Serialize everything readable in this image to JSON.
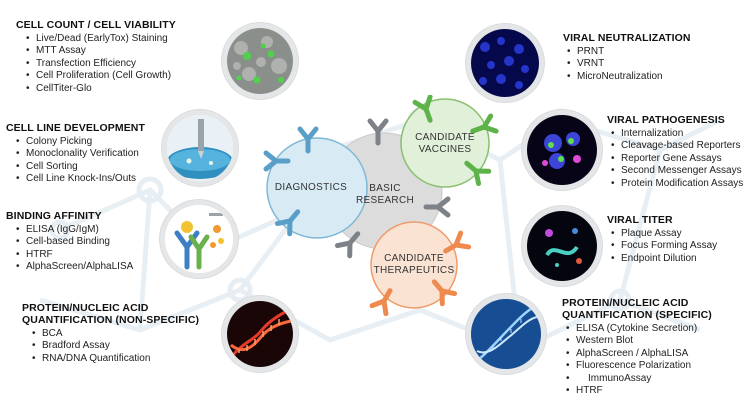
{
  "left_panels": [
    {
      "title": "CELL COUNT / CELL VIABILITY",
      "items": [
        "Live/Dead (EarlyTox) Staining",
        "MTT Assay",
        "Transfection Efficiency",
        "Cell Proliferation (Cell Growth)",
        "CellTiter-Glo"
      ]
    },
    {
      "title": "CELL LINE DEVELOPMENT",
      "items": [
        "Colony Picking",
        "Monoclonality Verification",
        "Cell Sorting",
        "Cell Line Knock-Ins/Outs"
      ]
    },
    {
      "title": "BINDING AFFINITY",
      "items": [
        "ELISA (IgG/IgM)",
        "Cell-based Binding",
        "HTRF",
        "AlphaScreen/AlphaLISA"
      ]
    },
    {
      "title": "PROTEIN/NUCLEIC ACID",
      "title2": "QUANTIFICATION (NON-SPECIFIC)",
      "items": [
        "BCA",
        "Bradford Assay",
        "RNA/DNA Quantification"
      ]
    }
  ],
  "right_panels": [
    {
      "title": "VIRAL NEUTRALIZATION",
      "items": [
        "PRNT",
        "VRNT",
        "MicroNeutralization"
      ]
    },
    {
      "title": "VIRAL PATHOGENESIS",
      "items": [
        "Internalization",
        "Cleavage-based Reporters",
        "Reporter Gene Assays",
        "Second Messenger Assays",
        "Protein Modification Assays"
      ]
    },
    {
      "title": "VIRAL TITER",
      "items": [
        "Plaque Assay",
        "Focus Forming Assay",
        "Endpoint Dilution"
      ]
    },
    {
      "title": "PROTEIN/NUCLEIC ACID",
      "title2": "QUANTIFICATION (SPECIFIC)",
      "items": [
        "ELISA (Cytokine Secretion)",
        "Western Blot",
        "AlphaScreen / AlphaLISA",
        "Fluorescence Polarization",
        "ImmunoAssay",
        "HTRF"
      ]
    }
  ],
  "center": {
    "main": [
      "BASIC",
      "RESEARCH"
    ],
    "diagnostics": [
      "DIAGNOSTICS"
    ],
    "vaccines": [
      "CANDIDATE",
      "VACCINES"
    ],
    "therapeutics": [
      "CANDIDATE",
      "THERAPEUTICS"
    ]
  },
  "colors": {
    "main_fill": "#dcdcdc",
    "diagnostics_fill": "#d8ebf5",
    "diagnostics_stroke": "#7fb8d6",
    "vaccines_fill": "#e1f0d8",
    "vaccines_stroke": "#88c070",
    "therapeutics_fill": "#fbe3d4",
    "therapeutics_stroke": "#ef9a6a",
    "antibody_gray": "#7d8288",
    "antibody_blue": "#5a9fc7",
    "antibody_green": "#5db24a",
    "antibody_orange": "#ee8a4d"
  },
  "icons": [
    "antibody-icon",
    "cell-microscopy-icon",
    "pipette-colony-icon",
    "binding-assay-icon",
    "dna-helix-icon",
    "fluorescent-cells-icon",
    "viral-titer-icon",
    "dna-strand-icon"
  ]
}
